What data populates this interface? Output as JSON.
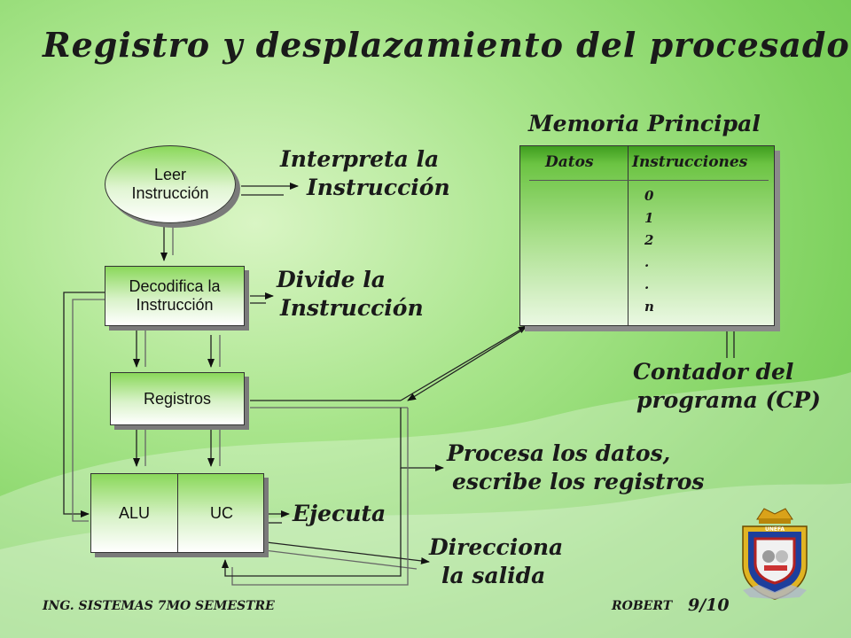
{
  "title": "Registro y desplazamiento del procesador",
  "boxes": {
    "leer_line1": "Leer",
    "leer_line2": "Instrucción",
    "decodifica_line1": "Decodifica la",
    "decodifica_line2": "Instrucción",
    "registros": "Registros",
    "alu": "ALU",
    "uc": "UC"
  },
  "labels": {
    "interpreta_line1": "Interpreta la",
    "interpreta_line2": "Instrucción",
    "divide_line1": "Divide la",
    "divide_line2": "Instrucción",
    "procesa_line1": "Procesa los datos,",
    "procesa_line2": "escribe los registros",
    "ejecuta": "Ejecuta",
    "direcciona_line1": "Direcciona",
    "direcciona_line2": "la salida",
    "contador_line1": "Contador del",
    "contador_line2": "programa (CP)"
  },
  "memory": {
    "title": "Memoria Principal",
    "col_datos": "Datos",
    "col_instrucciones": "Instrucciones",
    "indices": [
      "0",
      "1",
      "2",
      ".",
      ".",
      "n"
    ]
  },
  "footer": {
    "left": "ING. SISTEMAS 7MO SEMESTRE",
    "author": "ROBERT",
    "page": "9/10"
  },
  "logo_text": "UNEFA",
  "colors": {
    "background": "#7fd25f",
    "box_top": "#8ad85a",
    "text": "#1a1a1a"
  }
}
